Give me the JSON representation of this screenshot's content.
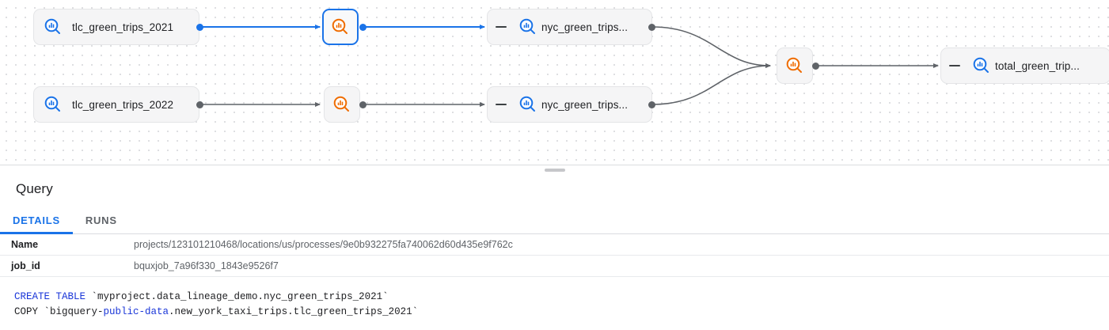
{
  "graph": {
    "nodes": [
      {
        "id": "n1",
        "type": "table",
        "label": "tlc_green_trips_2021",
        "icon": "bigquery-table-icon",
        "selected": false,
        "collapsible": false
      },
      {
        "id": "n2",
        "type": "process",
        "label": "",
        "icon": "bigquery-process-icon",
        "selected": true,
        "collapsible": false
      },
      {
        "id": "n3",
        "type": "table",
        "label": "nyc_green_trips...",
        "icon": "bigquery-table-icon",
        "selected": false,
        "collapsible": true
      },
      {
        "id": "n4",
        "type": "table",
        "label": "tlc_green_trips_2022",
        "icon": "bigquery-table-icon",
        "selected": false,
        "collapsible": false
      },
      {
        "id": "n5",
        "type": "process",
        "label": "",
        "icon": "bigquery-process-icon",
        "selected": false,
        "collapsible": false
      },
      {
        "id": "n6",
        "type": "table",
        "label": "nyc_green_trips...",
        "icon": "bigquery-table-icon",
        "selected": false,
        "collapsible": true
      },
      {
        "id": "n7",
        "type": "process",
        "label": "",
        "icon": "bigquery-process-icon",
        "selected": false,
        "collapsible": false
      },
      {
        "id": "n8",
        "type": "table",
        "label": "total_green_trip...",
        "icon": "bigquery-table-icon",
        "selected": false,
        "collapsible": true
      }
    ],
    "colors": {
      "selected_edge": "#1a73e8",
      "edge": "#5f6368",
      "table_icon": "#1a73e8",
      "process_icon": "#f29900",
      "node_fill": "#f5f5f6"
    }
  },
  "panel": {
    "title": "Query",
    "drag_handle": "resize-handle",
    "tabs": [
      {
        "id": "details",
        "label": "DETAILS",
        "active": true
      },
      {
        "id": "runs",
        "label": "RUNS",
        "active": false
      }
    ],
    "details": {
      "rows": [
        {
          "key": "Name",
          "value": "projects/123101210468/locations/us/processes/9e0b932275fa740062d60d435e9f762c"
        },
        {
          "key": "job_id",
          "value": "bquxjob_7a96f330_1843e9526f7"
        }
      ]
    },
    "sql": {
      "line1_keyword": "CREATE TABLE",
      "line1_rest": " `myproject.data_lineage_demo.nyc_green_trips_2021`",
      "line2_pre": "COPY `bigquery-",
      "line2_keyword": "public-data",
      "line2_rest": ".new_york_taxi_trips.tlc_green_trips_2021`"
    }
  }
}
